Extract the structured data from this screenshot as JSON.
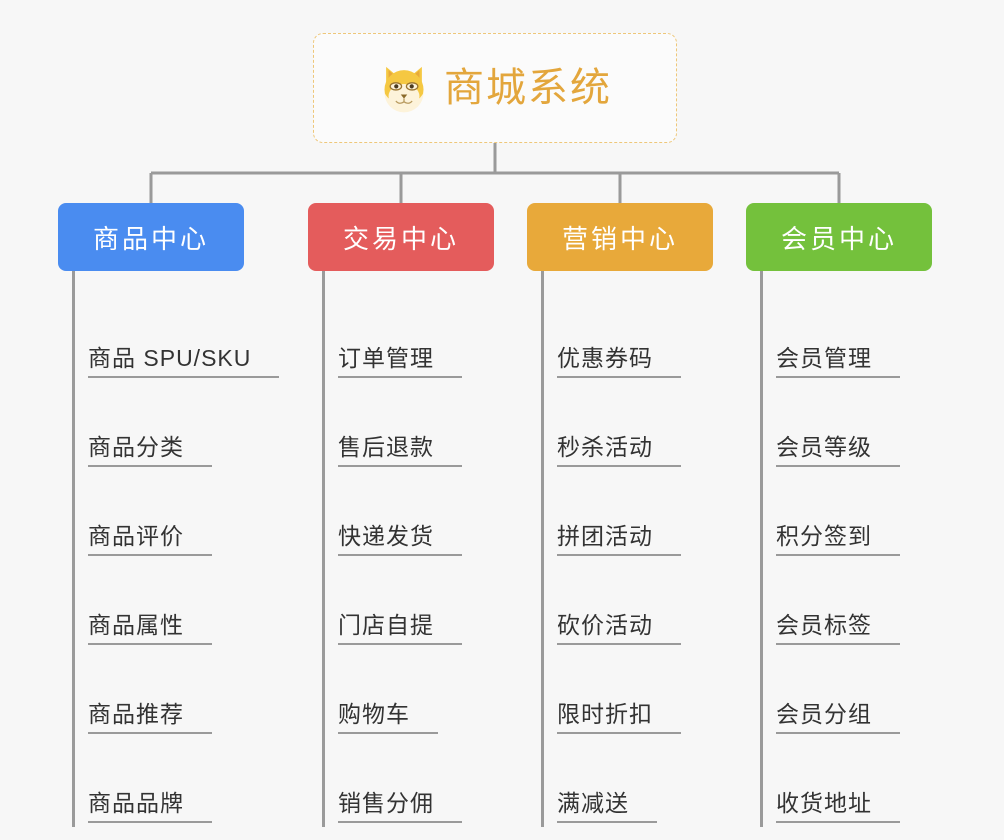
{
  "page": {
    "background_color": "#f7f7f7",
    "line_color": "#9a9a9a"
  },
  "root": {
    "title": "商城系统",
    "icon": "shiba-dog-face-icon",
    "border_color": "#eec77a",
    "text_color": "#e3a63c",
    "border_style": "dashed"
  },
  "categories": [
    {
      "id": "product-center",
      "label": "商品中心",
      "color": "#4a8cf0",
      "items": [
        "商品 SPU/SKU",
        "商品分类",
        "商品评价",
        "商品属性",
        "商品推荐",
        "商品品牌"
      ]
    },
    {
      "id": "trade-center",
      "label": "交易中心",
      "color": "#e45c5c",
      "items": [
        "订单管理",
        "售后退款",
        "快递发货",
        "门店自提",
        "购物车",
        "销售分佣"
      ]
    },
    {
      "id": "marketing-center",
      "label": "营销中心",
      "color": "#e8a93a",
      "items": [
        "优惠券码",
        "秒杀活动",
        "拼团活动",
        "砍价活动",
        "限时折扣",
        "满减送"
      ]
    },
    {
      "id": "member-center",
      "label": "会员中心",
      "color": "#74c13c",
      "items": [
        "会员管理",
        "会员等级",
        "积分签到",
        "会员标签",
        "会员分组",
        "收货地址"
      ]
    }
  ]
}
